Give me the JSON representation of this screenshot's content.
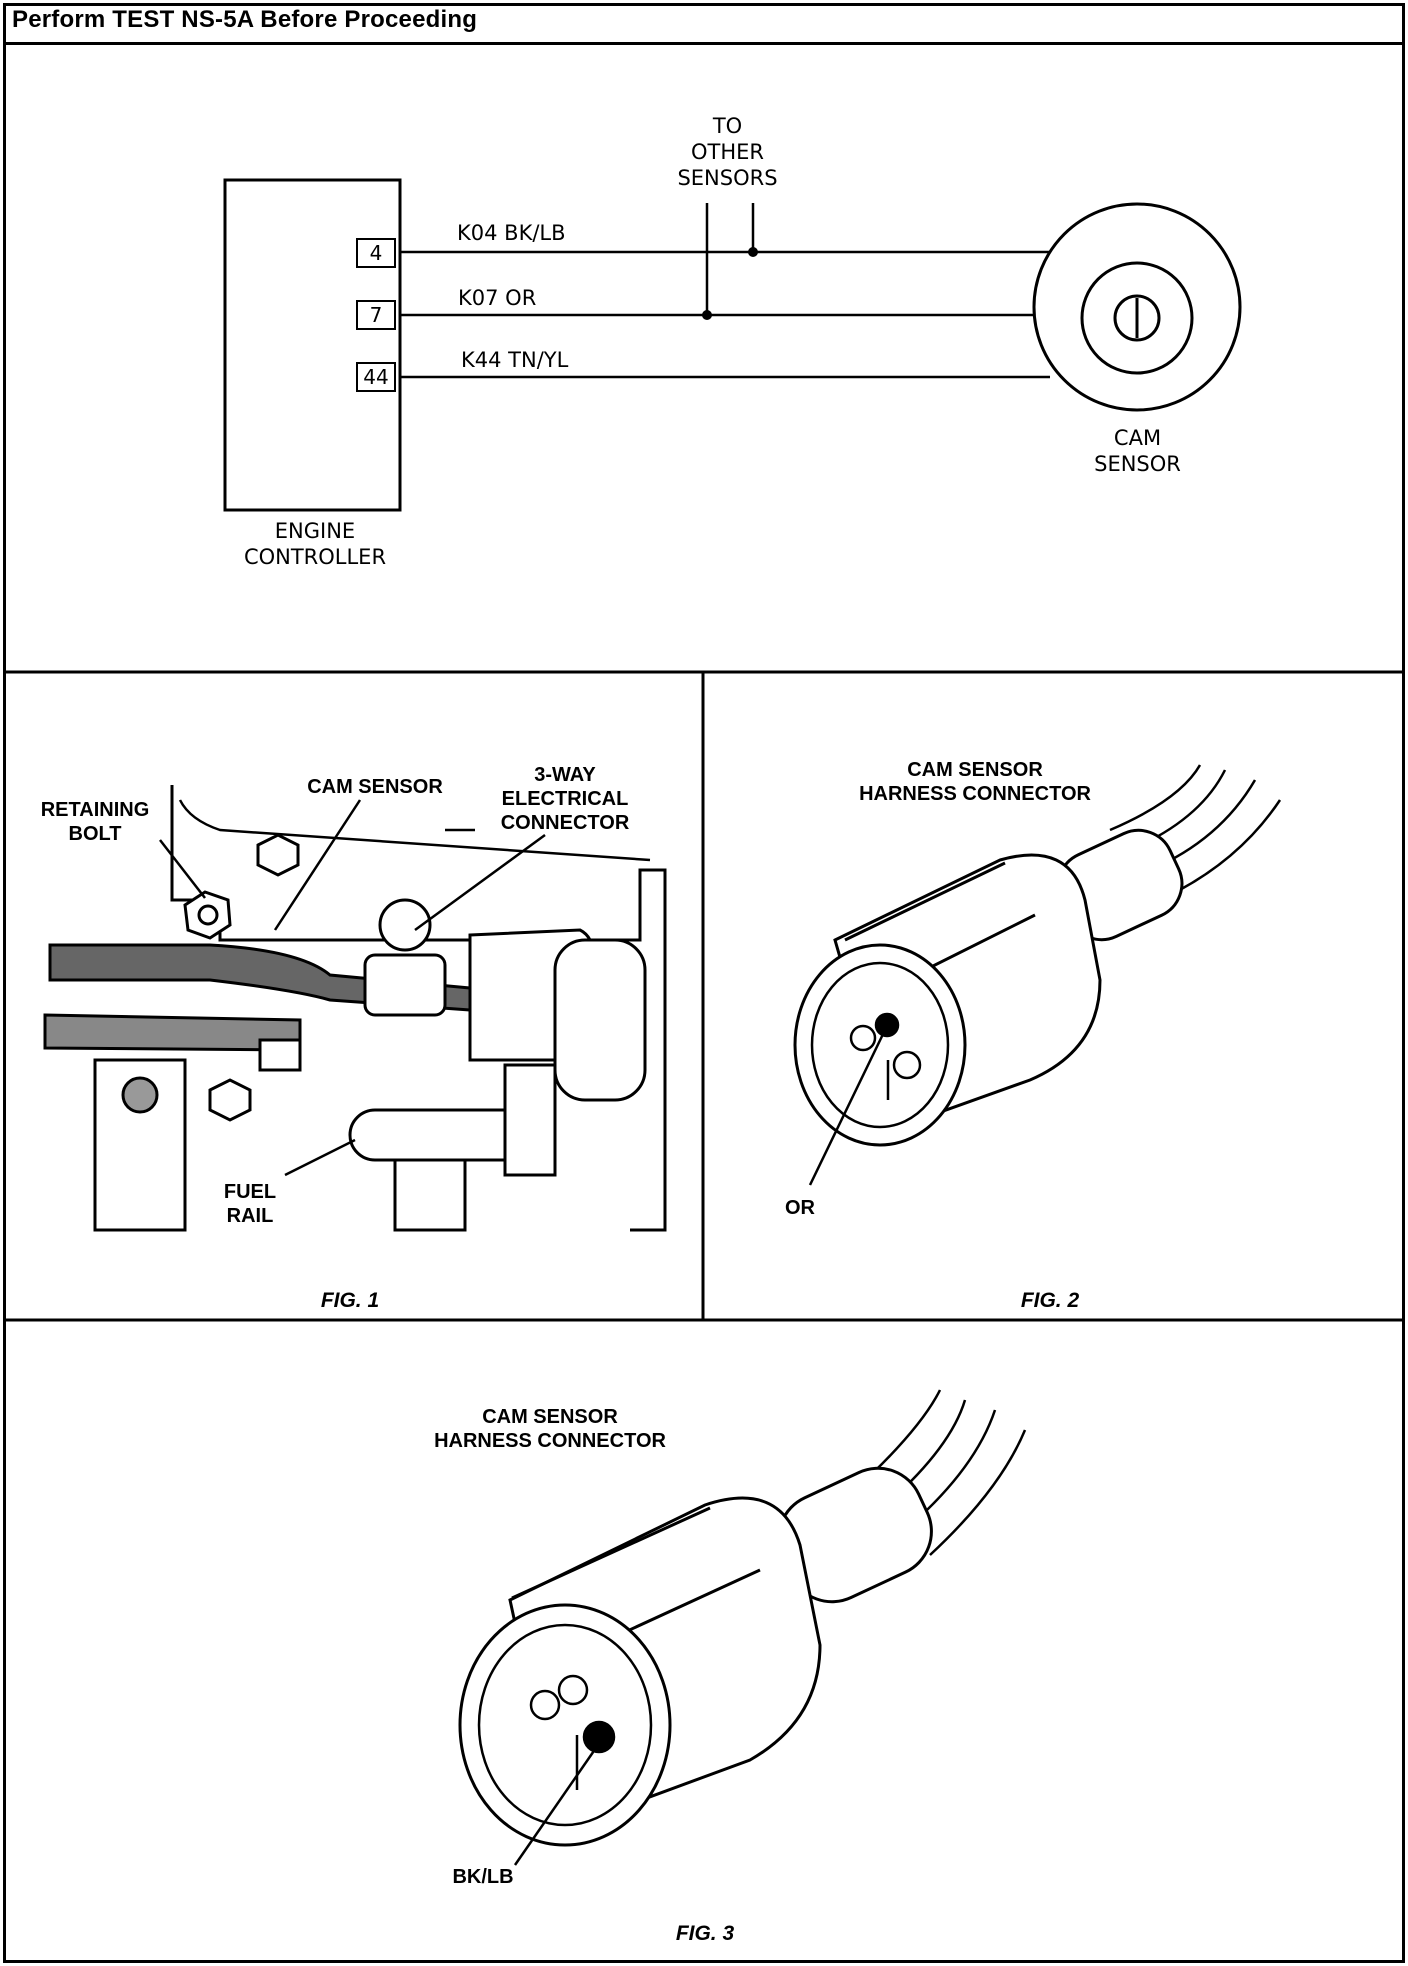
{
  "header": {
    "title": "Perform TEST NS-5A Before Proceeding"
  },
  "schematic": {
    "controller_label": "ENGINE\nCONTROLLER",
    "sensor_label": "CAM\nSENSOR",
    "splice_label": "TO\nOTHER\nSENSORS",
    "circuits": [
      {
        "pin": "4",
        "wire": "K04 BK/LB"
      },
      {
        "pin": "7",
        "wire": "K07 OR"
      },
      {
        "pin": "44",
        "wire": "K44 TN/YL"
      }
    ]
  },
  "fig1": {
    "caption": "FIG. 1",
    "labels": {
      "retaining_bolt": "RETAINING\nBOLT",
      "cam_sensor": "CAM SENSOR",
      "connector": "3-WAY\nELECTRICAL\nCONNECTOR",
      "fuel_rail": "FUEL\nRAIL"
    }
  },
  "fig2": {
    "caption": "FIG. 2",
    "title": "CAM SENSOR\nHARNESS CONNECTOR",
    "pin_label": "OR"
  },
  "fig3": {
    "caption": "FIG. 3",
    "title": "CAM SENSOR\nHARNESS CONNECTOR",
    "pin_label": "BK/LB"
  }
}
